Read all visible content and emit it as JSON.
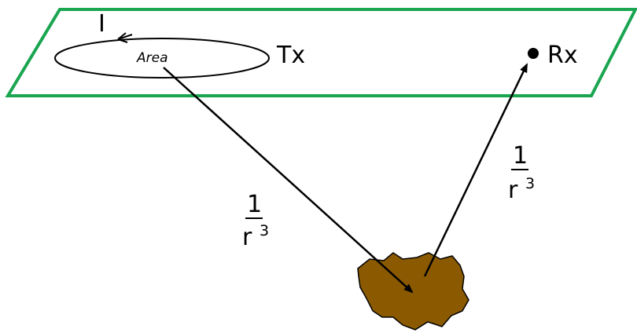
{
  "colors": {
    "plane_outline": "#1aa550",
    "target_fill": "#8b5a00",
    "ink": "#000000",
    "background": "#ffffff"
  },
  "labels": {
    "current": "I",
    "loop_area": "Area",
    "transmitter": "Tx",
    "receiver": "Rx"
  },
  "fractions": {
    "tx_path": {
      "numerator": "1",
      "base": "r",
      "exponent": "3"
    },
    "rx_path": {
      "numerator": "1",
      "base": "r",
      "exponent": "3"
    }
  }
}
